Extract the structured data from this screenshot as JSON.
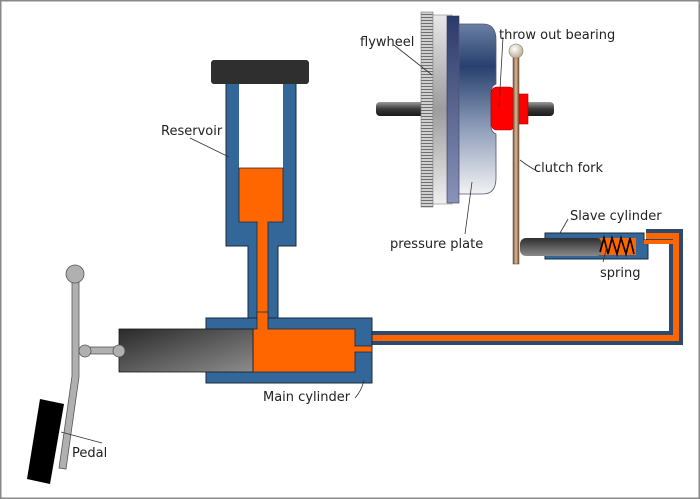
{
  "diagram": {
    "title": "Hydraulic clutch system",
    "labels": {
      "flywheel": "flywheel",
      "throw_out_bearing": "throw out bearing",
      "clutch_fork": "clutch fork",
      "pressure_plate": "pressure plate",
      "slave_cylinder": "Slave cylinder",
      "spring": "spring",
      "reservoir": "Reservoir",
      "main_cylinder": "Main cylinder",
      "pedal": "Pedal"
    },
    "colors": {
      "fluid": "#ff6600",
      "housing": "#336699",
      "outline": "#1a2a3a",
      "bearing": "#ff0000",
      "fork": "#a0785a",
      "lever": "#b0b0b0",
      "pedal_pad": "#000000",
      "cap": "#2f2f2f",
      "frame": "#888888"
    }
  }
}
